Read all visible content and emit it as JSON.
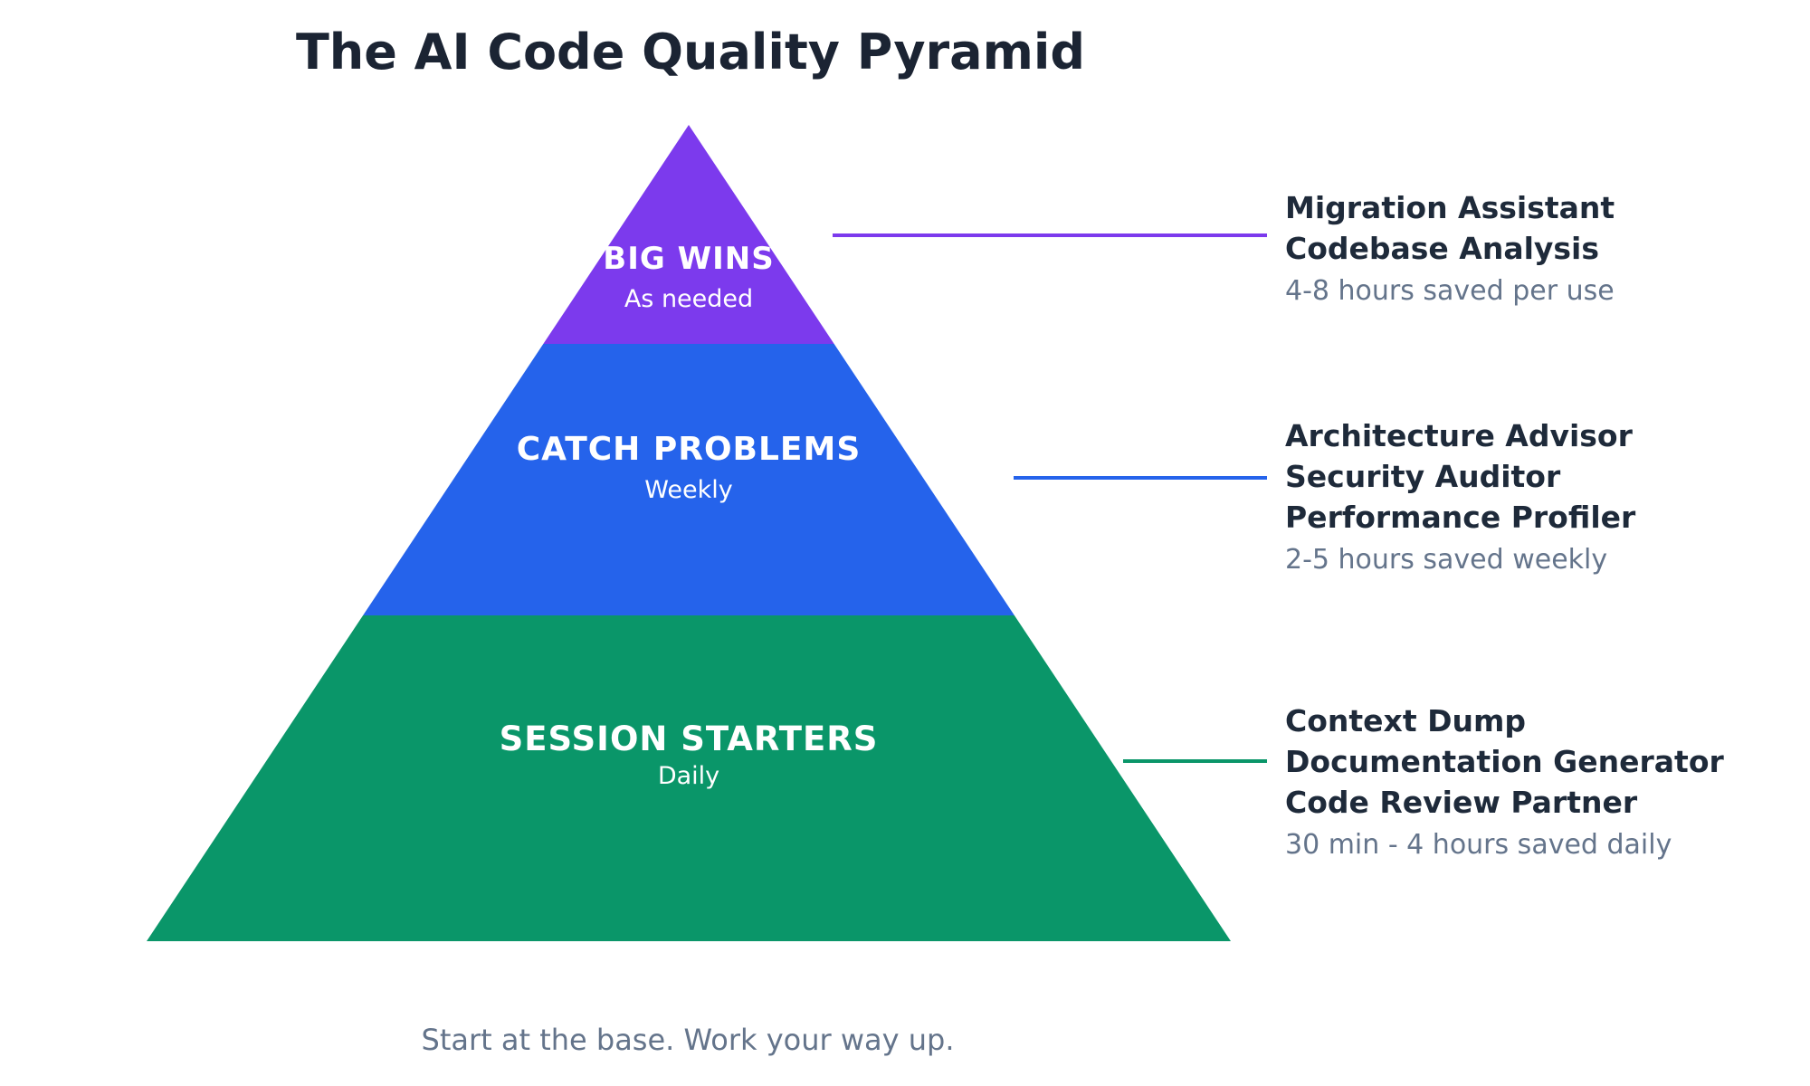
{
  "title": "The AI Code Quality Pyramid",
  "caption": "Start at the base. Work your way up.",
  "pyramid": {
    "tiers": [
      {
        "label": "BIG WINS",
        "frequency": "As needed",
        "color": "#7c3aed"
      },
      {
        "label": "CATCH PROBLEMS",
        "frequency": "Weekly",
        "color": "#2563eb"
      },
      {
        "label": "SESSION STARTERS",
        "frequency": "Daily",
        "color": "#0a9669"
      }
    ]
  },
  "annotations": [
    {
      "color": "#7c3aed",
      "tools": [
        "Migration Assistant",
        "Codebase Analysis"
      ],
      "savings": "4-8 hours saved per use"
    },
    {
      "color": "#2563eb",
      "tools": [
        "Architecture Advisor",
        "Security Auditor",
        "Performance Profiler"
      ],
      "savings": "2-5 hours saved weekly"
    },
    {
      "color": "#0a9669",
      "tools": [
        "Context Dump",
        "Documentation Generator",
        "Code Review Partner"
      ],
      "savings": "30 min - 4 hours saved daily"
    }
  ],
  "colors": {
    "title_text": "#1b2433",
    "annotation_text": "#1e2a3a",
    "secondary_text": "#64748b",
    "background": "#ffffff"
  }
}
